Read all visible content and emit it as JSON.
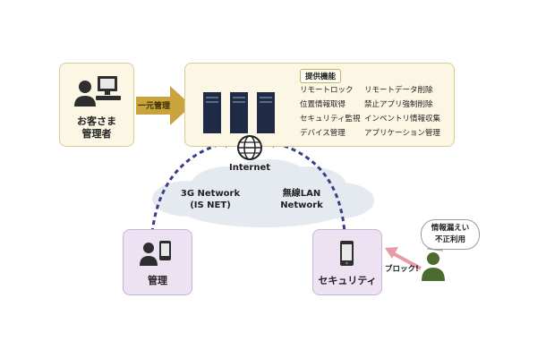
{
  "customer": {
    "label_line1": "お客さま",
    "label_line2": "管理者"
  },
  "arrow_label": "一元管理",
  "features": {
    "title": "提供機能",
    "left": [
      "リモートロック",
      "位置情報取得",
      "セキュリティ監視",
      "デバイス管理"
    ],
    "right": [
      "リモートデータ削除",
      "禁止アプリ強制削除",
      "インベントリ情報収集",
      "アプリケーション管理"
    ]
  },
  "internet_label": "Internet",
  "network_left": {
    "line1": "3G Network",
    "line2": "(IS NET)"
  },
  "network_right": {
    "line1": "無線LAN",
    "line2": "Network"
  },
  "admin_box": {
    "label": "管理"
  },
  "security_box": {
    "label": "セキュリティ"
  },
  "threat_bubble": {
    "line1": "情報漏えい",
    "line2": "不正利用"
  },
  "block_label": "ブロック!"
}
